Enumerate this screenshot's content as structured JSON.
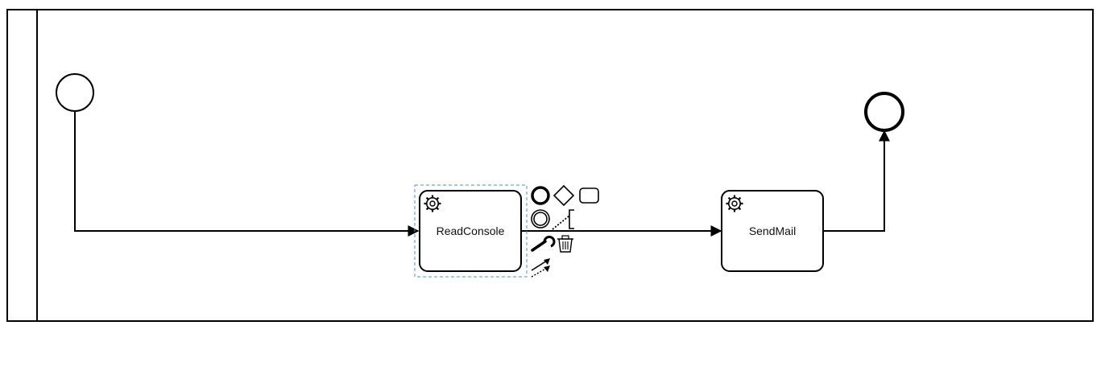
{
  "diagram": {
    "tasks": [
      {
        "id": "task-readconsole",
        "label": "ReadConsole",
        "type": "service-task",
        "selected": true
      },
      {
        "id": "task-sendmail",
        "label": "SendMail",
        "type": "service-task",
        "selected": false
      }
    ],
    "events": [
      {
        "id": "start-event",
        "type": "start"
      },
      {
        "id": "end-event",
        "type": "end"
      }
    ],
    "context_pad": {
      "entries": [
        {
          "name": "append-end-event-icon"
        },
        {
          "name": "append-gateway-icon"
        },
        {
          "name": "append-task-icon"
        },
        {
          "name": "append-intermediate-event-icon"
        },
        {
          "name": "append-text-annotation-icon"
        },
        {
          "name": "change-type-wrench-icon"
        },
        {
          "name": "delete-trash-icon"
        },
        {
          "name": "connect-sequence-flow-icon"
        },
        {
          "name": "connect-association-icon"
        }
      ]
    },
    "colors": {
      "stroke": "#000000",
      "selection": "#4a90d9",
      "fill": "#ffffff"
    }
  }
}
